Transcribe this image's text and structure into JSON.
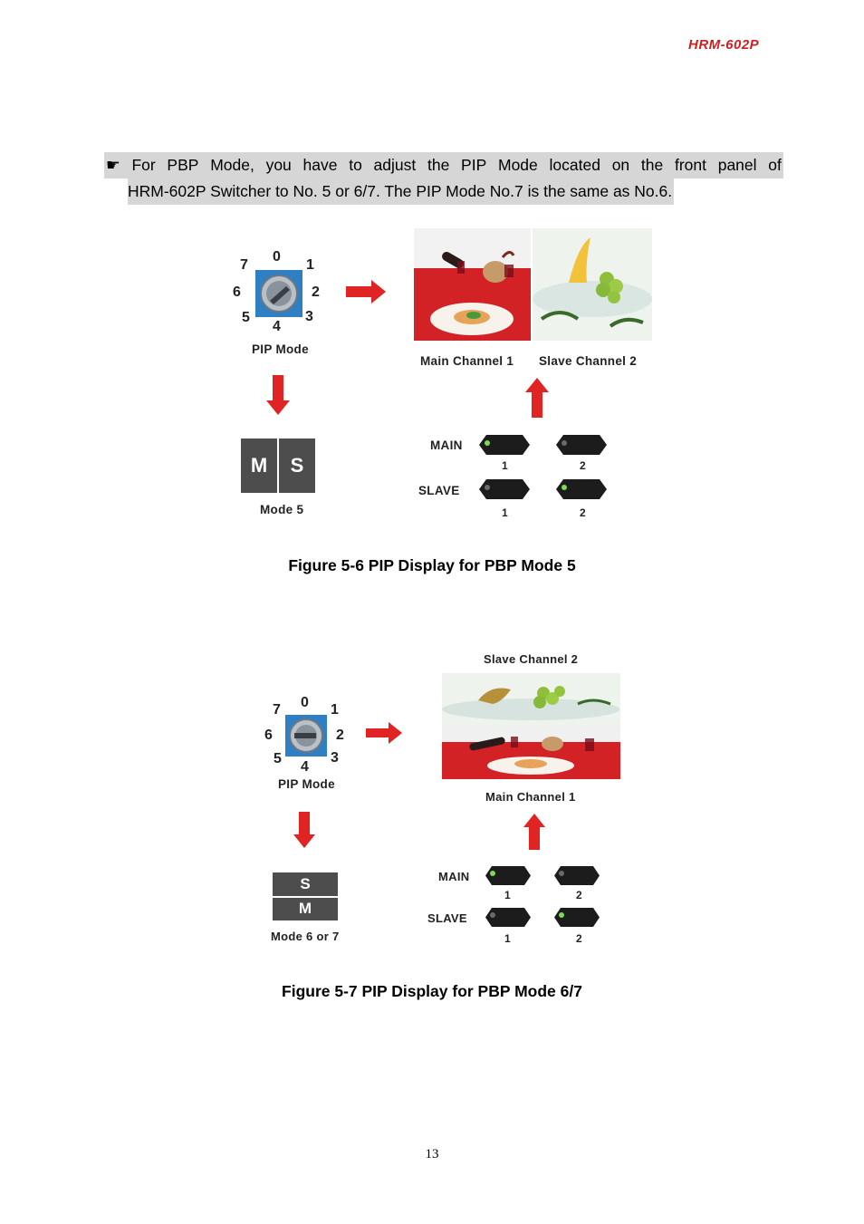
{
  "header": {
    "model": "HRM-602P"
  },
  "note": {
    "bullet_icon": "pointing-hand-icon",
    "line1_words": [
      "For",
      "PBP",
      "Mode,",
      "you",
      "have",
      "to",
      "adjust",
      "the",
      "PIP",
      "Mode",
      "located",
      "on",
      "the",
      "front",
      "panel",
      "of"
    ],
    "line2": "HRM-602P Switcher to No. 5 or 6/7. The PIP Mode No.7 is the same as No.6."
  },
  "figure1": {
    "dial_numbers": [
      "0",
      "1",
      "2",
      "3",
      "4",
      "5",
      "6",
      "7"
    ],
    "dial_label": "PIP Mode",
    "mode_boxes": [
      "M",
      "S"
    ],
    "mode_label": "Mode 5",
    "main_channel_label": "Main Channel 1",
    "slave_channel_label": "Slave Channel 2",
    "main_row_label": "MAIN",
    "slave_row_label": "SLAVE",
    "button_numbers": [
      "1",
      "2"
    ],
    "caption": "Figure 5-6 PIP Display for PBP Mode 5"
  },
  "figure2": {
    "dial_numbers": [
      "0",
      "1",
      "2",
      "3",
      "4",
      "5",
      "6",
      "7"
    ],
    "dial_label": "PIP Mode",
    "mode_boxes": [
      "S",
      "M"
    ],
    "mode_label": "Mode 6 or 7",
    "slave_channel_label": "Slave Channel 2",
    "main_channel_label": "Main Channel 1",
    "main_row_label": "MAIN",
    "slave_row_label": "SLAVE",
    "button_numbers": [
      "1",
      "2"
    ],
    "caption": "Figure 5-7 PIP Display for PBP Mode 6/7"
  },
  "colors": {
    "arrow": "#e02424",
    "led": "#7ed957",
    "accent_header": "#cc1f1f"
  },
  "footer": {
    "page_number": "13"
  }
}
